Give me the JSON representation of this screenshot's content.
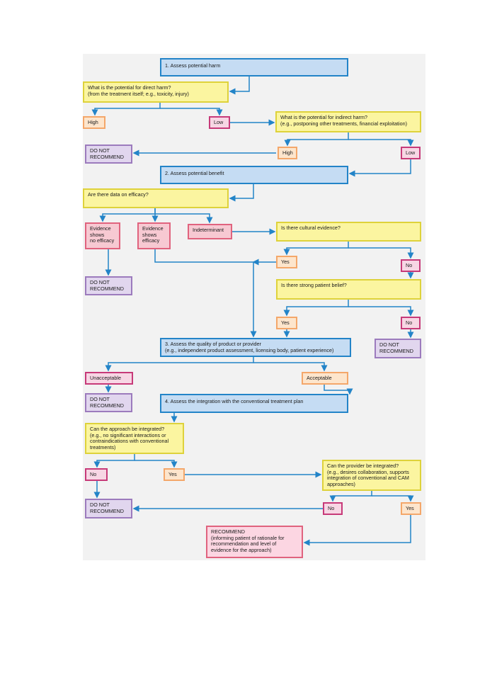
{
  "colors": {
    "arrow": "#2384c8",
    "step_fill": "#c5dcf3",
    "question_fill": "#fbf5a0",
    "yes_fill": "#fde5cc",
    "no_fill": "#f7d6e4",
    "dnr_fill": "#e1d6ee"
  },
  "steps": {
    "s1": "1. Assess potential harm",
    "s2": "2. Assess potential benefit",
    "s3": "3. Assess the quality of product or provider\n(e.g., independent product assessment, licensing body, patient experience)",
    "s4": "4. Assess the integration with the conventional treatment plan"
  },
  "questions": {
    "direct_harm": "What is the potential for direct harm?\n(from the treatment itself; e.g., toxicity, injury)",
    "indirect_harm": "What is the potential for indirect harm?\n(e.g., postponing other treatments, financial exploitation)",
    "efficacy": "Are there data on efficacy?",
    "cultural": "Is there cultural evidence?",
    "belief": "Is there strong patient belief?",
    "approach_integrated": "Can the approach be integrated?\n(e.g., no significant interactions or\ncontraindications with conventional\ntreatments)",
    "provider_integrated": "Can the provider be integrated?\n(e.g., desires collaboration, supports\nintegration of conventional and CAM\napproaches)"
  },
  "answers": {
    "high": "High",
    "low": "Low",
    "yes": "Yes",
    "no": "No",
    "no_efficacy": "Evidence\nshows\nno efficacy",
    "efficacy": "Evidence\nshows\nefficacy",
    "indeterminant": "Indeterminant",
    "unacceptable": "Unacceptable",
    "acceptable": "Acceptable"
  },
  "outcomes": {
    "do_not_recommend": "DO NOT\nRECOMMEND",
    "recommend": "RECOMMEND\n(informing patient of rationale for\nrecommendation and level of\nevidence for the approach)"
  }
}
